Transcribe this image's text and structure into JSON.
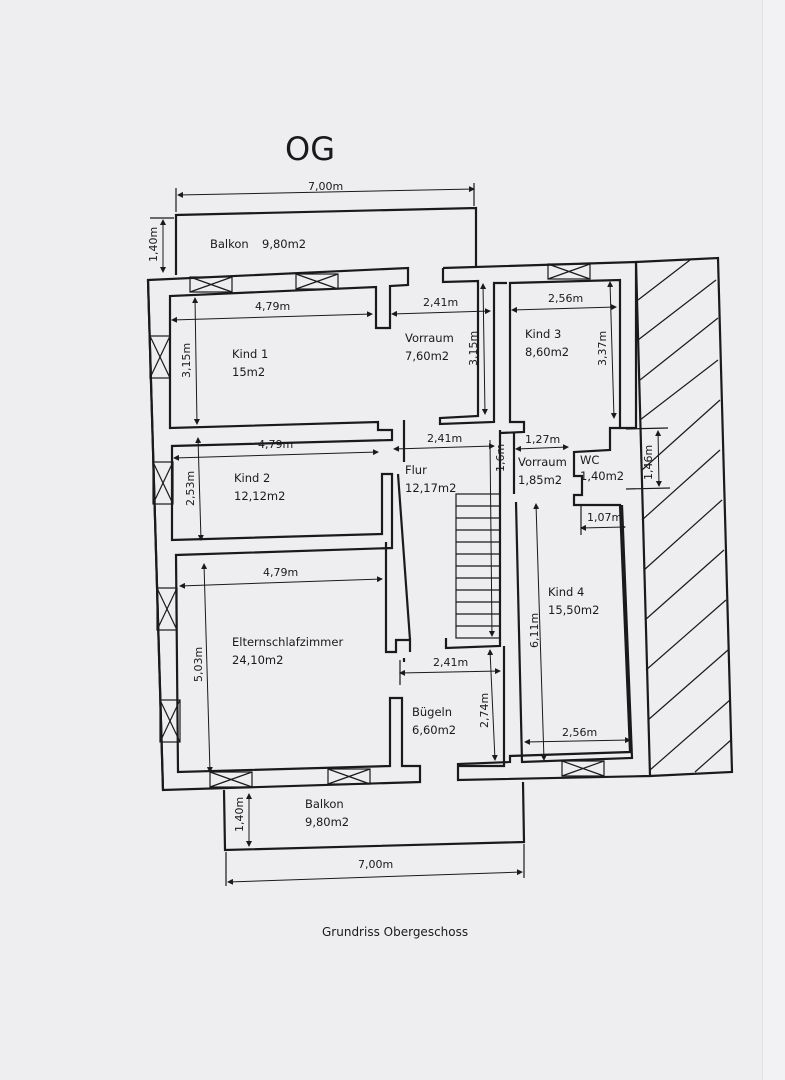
{
  "title": "OG",
  "caption": "Grundriss Obergeschoss",
  "rooms": {
    "balkon_top": {
      "name": "Balkon",
      "area": "9,80m2"
    },
    "kind1": {
      "name": "Kind 1",
      "area": "15m2"
    },
    "vorraum": {
      "name": "Vorraum",
      "area": "7,60m2"
    },
    "kind3": {
      "name": "Kind 3",
      "area": "8,60m2"
    },
    "kind2": {
      "name": "Kind 2",
      "area": "12,12m2"
    },
    "flur": {
      "name": "Flur",
      "area": "12,17m2"
    },
    "vorraum_small": {
      "name": "Vorraum",
      "area": "1,85m2"
    },
    "wc": {
      "name": "WC",
      "area": "1,40m2"
    },
    "elternschlafzimmer": {
      "name": "Elternschlafzimmer",
      "area": "24,10m2"
    },
    "kind4": {
      "name": "Kind 4",
      "area": "15,50m2"
    },
    "buegeln": {
      "name": "Bügeln",
      "area": "6,60m2"
    },
    "balkon_bottom": {
      "name": "Balkon",
      "area": "9,80m2"
    }
  },
  "dimensions": {
    "balkon_top_width": "7,00m",
    "balkon_top_depth": "1,40m",
    "kind1_width": "4,79m",
    "kind1_depth": "3,15m",
    "vorraum_width": "2,41m",
    "vorraum_depth": "3,15m",
    "kind3_width": "2,56m",
    "kind3_depth": "3,37m",
    "kind2_width": "4,79m",
    "kind2_depth": "2,53m",
    "flur_width": "2,41m",
    "stair_gap": "1,6m",
    "vorraum_small_width": "1,27m",
    "wc_depth": "1,46m",
    "wc_width": "1,07m",
    "eltern_width": "4,79m",
    "eltern_depth": "5,03m",
    "buegeln_width": "2,41m",
    "buegeln_depth": "2,74m",
    "kind4_depth": "6,11m",
    "kind4_width": "2,56m",
    "balkon_bottom_depth": "1,40m",
    "balkon_bottom_width": "7,00m"
  }
}
